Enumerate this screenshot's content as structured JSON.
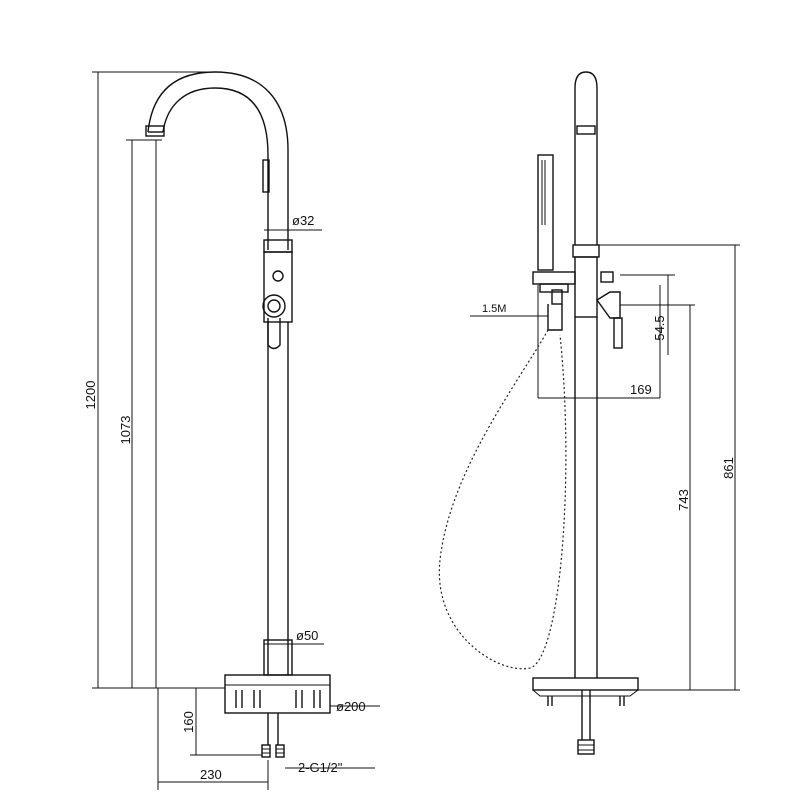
{
  "dimensions": {
    "front": {
      "total_height": "1200",
      "spout_height": "1073",
      "upper_diameter": "ø32",
      "lower_diameter": "ø50",
      "base_diameter": "ø200",
      "base_height": "160",
      "reach": "230",
      "connection": "2-G1/2\""
    },
    "side": {
      "hose_length": "1.5M",
      "valve_offset": "54.5",
      "handle_projection": "169",
      "handset_holder_height": "743",
      "body_height": "861"
    }
  }
}
